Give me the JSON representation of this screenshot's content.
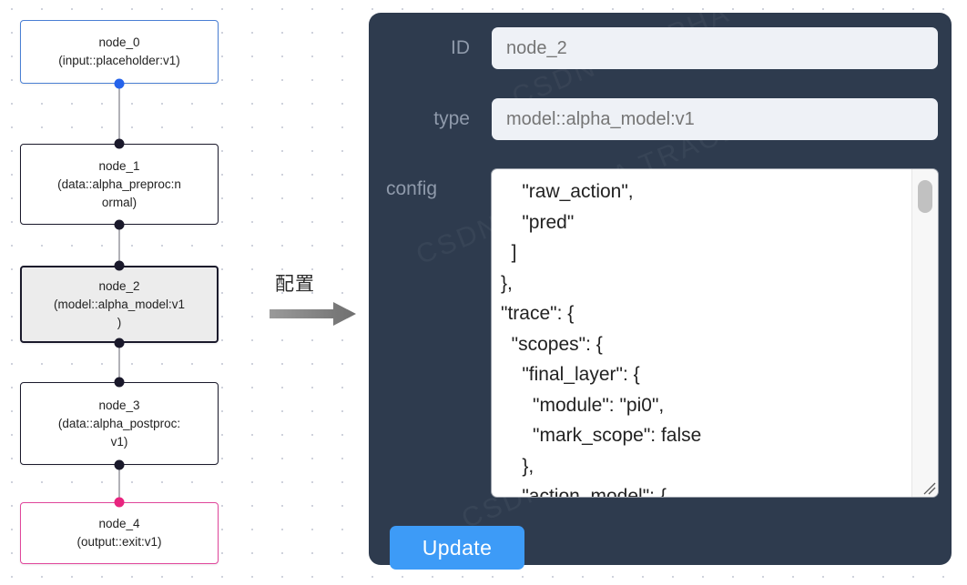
{
  "graph": {
    "nodes": [
      {
        "id": "node_0",
        "label": "node_0\n(input::placeholder:v1)",
        "kind": "input",
        "type": "input::placeholder:v1"
      },
      {
        "id": "node_1",
        "label": "node_1\n(data::alpha_preproc:n\normal)",
        "kind": "default",
        "type": "data::alpha_preproc:normal"
      },
      {
        "id": "node_2",
        "label": "node_2\n(model::alpha_model:v1\n)",
        "kind": "selected",
        "type": "model::alpha_model:v1"
      },
      {
        "id": "node_3",
        "label": "node_3\n(data::alpha_postproc:\nv1)",
        "kind": "default",
        "type": "data::alpha_postproc:v1"
      },
      {
        "id": "node_4",
        "label": "node_4\n(output::exit:v1)",
        "kind": "output",
        "type": "output::exit:v1"
      }
    ],
    "colors": {
      "input_border": "#4a7fd4",
      "default_border": "#1a192b",
      "output_border": "#e0469b",
      "selected_fill": "#ececec",
      "edge": "#b1b1b7",
      "handle": "#1a192b",
      "handle_input": "#2563eb",
      "handle_output": "#e8257f",
      "grid_dot": "#cfd2dc"
    }
  },
  "transition": {
    "label": "配置",
    "arrow_icon": "arrow-right-icon",
    "arrow_color": "#808080"
  },
  "panel": {
    "background": "#2e3b4e",
    "fields": [
      {
        "label": "ID",
        "value": "node_2",
        "placeholder": "node_2"
      },
      {
        "label": "type",
        "value": "model::alpha_model:v1",
        "placeholder": "model::alpha_model:v1"
      }
    ],
    "config": {
      "label": "config",
      "value": "    \"raw_action\",\n    \"pred\"\n  ]\n},\n\"trace\": {\n  \"scopes\": {\n    \"final_layer\": {\n      \"module\": \"pi0\",\n      \"mark_scope\": false\n    },\n    \"action_model\": {",
      "scrollbar": {
        "thumb_top_pct": 3,
        "thumb_height_pct": 10
      },
      "resize_icon": "resize-grip-icon"
    },
    "update_button": {
      "label": "Update",
      "color": "#3d9bf7"
    }
  }
}
